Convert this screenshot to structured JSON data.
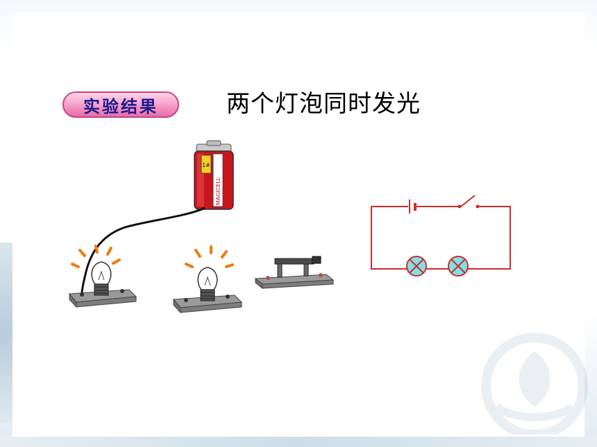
{
  "badge": {
    "label": "实验结果"
  },
  "heading": {
    "text": "两个灯泡同时发光"
  },
  "battery": {
    "brand": "MAGICELL",
    "size": "1#"
  },
  "colors": {
    "circuit_wire": "#d02a2a",
    "lamp_fill": "#7fe0e6",
    "glow": "#f07a10",
    "badge_pink": "#f59ac8",
    "badge_text": "#1a1a8a"
  }
}
